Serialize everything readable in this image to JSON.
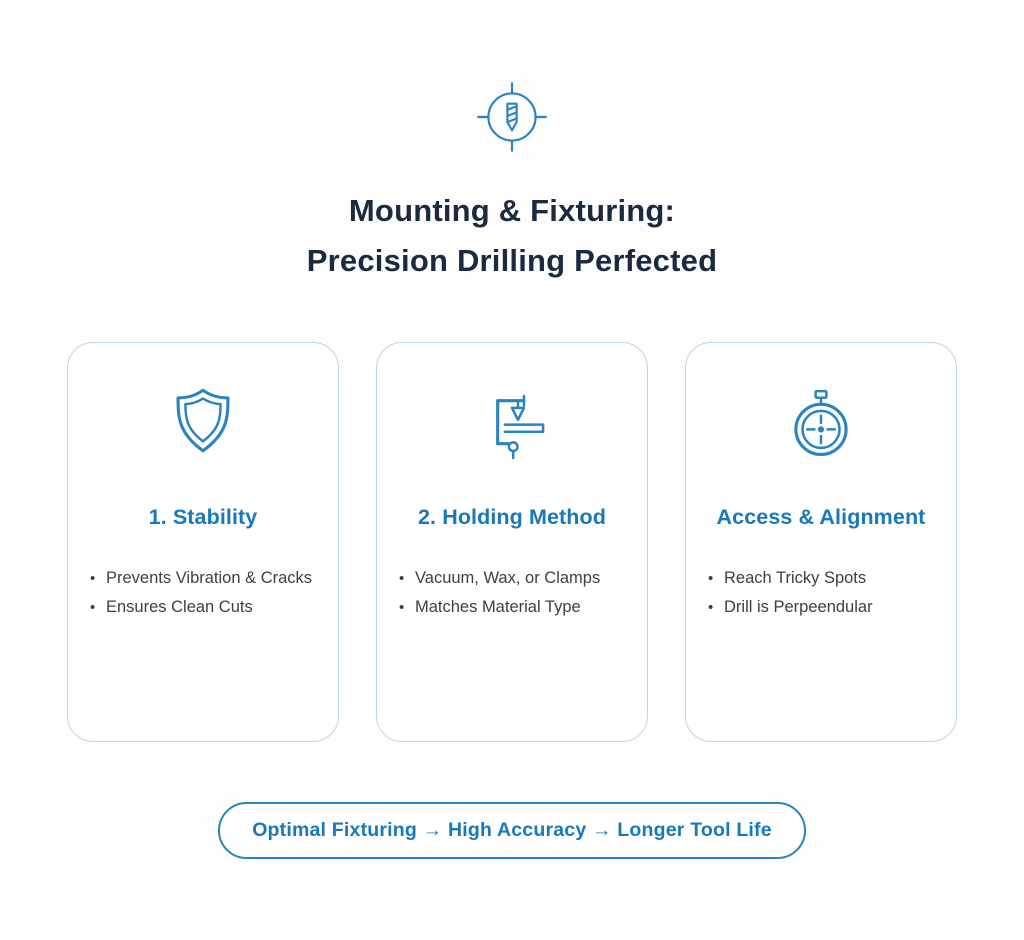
{
  "header": {
    "icon": "drill-crosshair-icon",
    "title_line1": "Mounting & Fixturing:",
    "title_line2": "Precision Drilling Perfected"
  },
  "cards": [
    {
      "icon": "shield-icon",
      "title": "1. Stability",
      "bullets": [
        "Prevents Vibration & Cracks",
        "Ensures Clean Cuts"
      ]
    },
    {
      "icon": "clamp-icon",
      "title": "2. Holding Method",
      "bullets": [
        "Vacuum, Wax, or Clamps",
        "Matches Material Type"
      ]
    },
    {
      "icon": "stopwatch-icon",
      "title": "Access & Alignment",
      "bullets": [
        "Reach Tricky Spots",
        "Drill is Perpeendular"
      ]
    }
  ],
  "footer": {
    "label": "Optimal Fixturing → High Accuracy → Longer Tool Life"
  },
  "bullet_marker": "•",
  "colors": {
    "accent": "#1878bc",
    "icon_blue": "#2b84bd",
    "title_navy": "#1c2a40",
    "card_border": "#bdd6e8",
    "body_text": "#3a4047"
  }
}
